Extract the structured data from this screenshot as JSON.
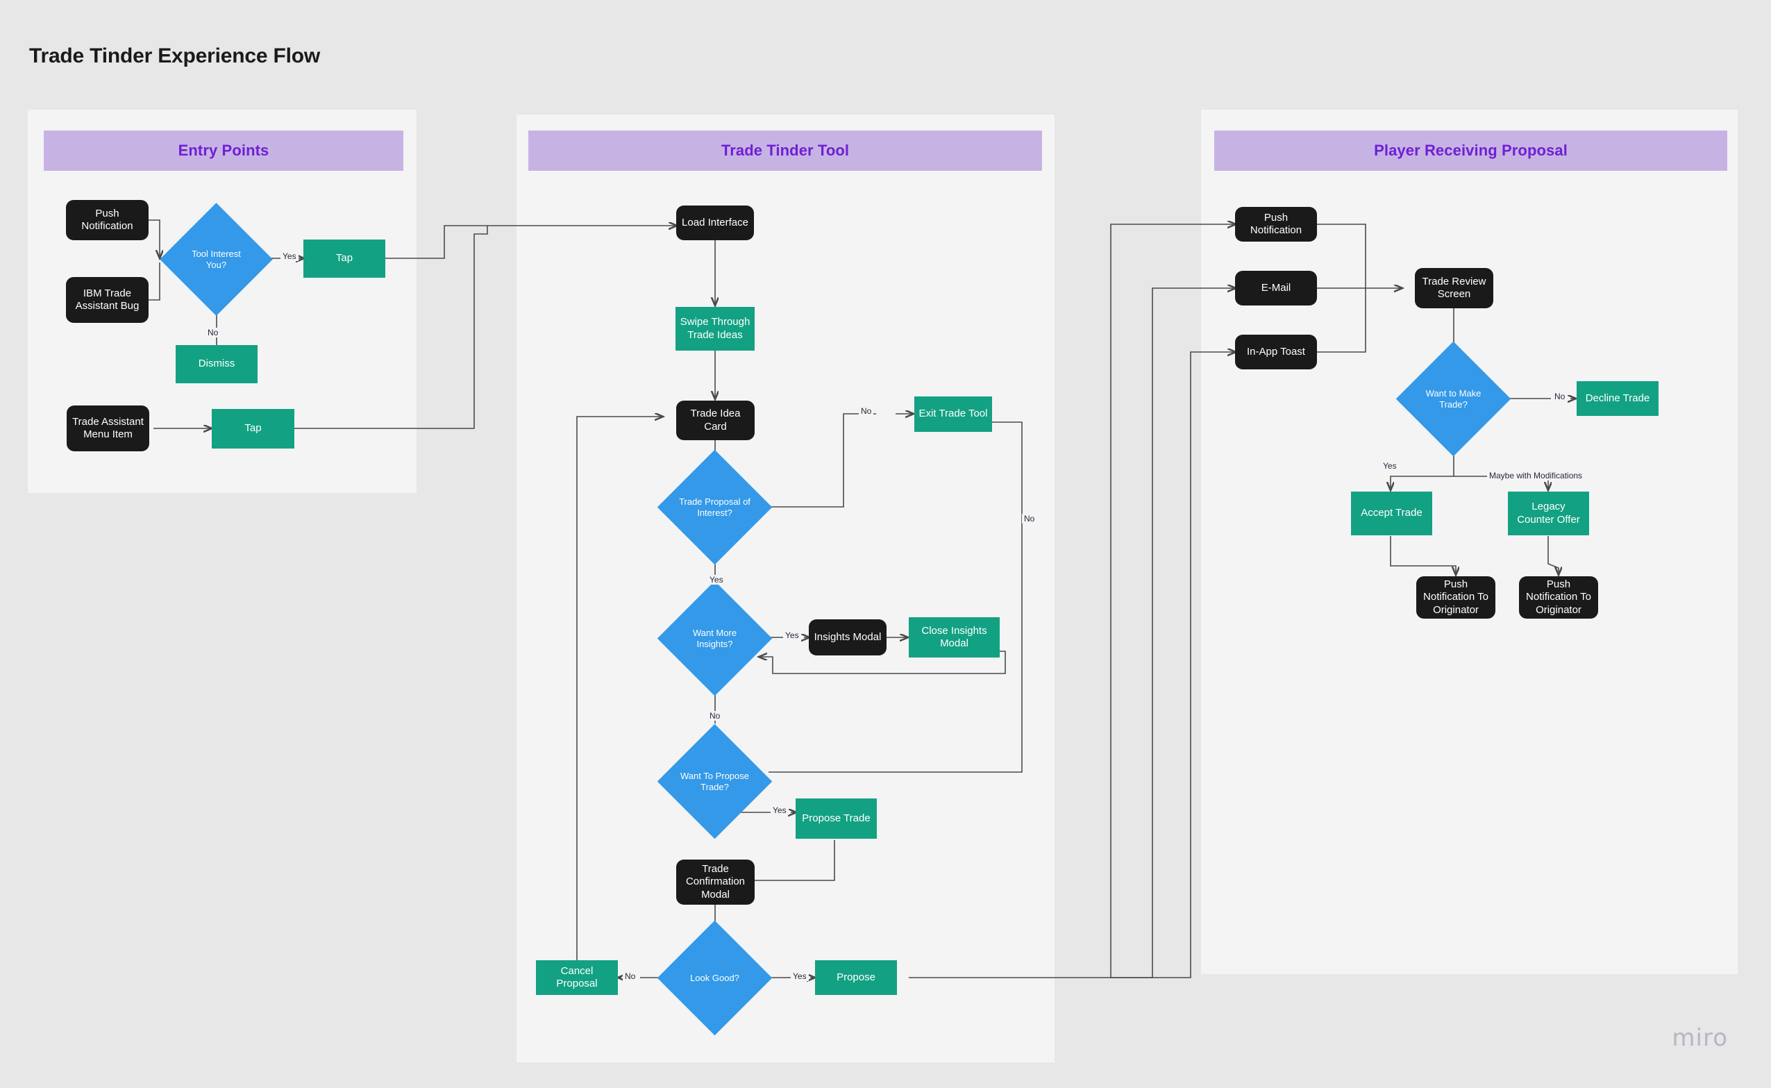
{
  "page": {
    "title": "Trade Tinder Experience Flow",
    "watermark": "miro",
    "background_color": "#E7E7E7",
    "panel_color": "#F4F4F4"
  },
  "colors": {
    "header_bg": "#C6B3E3",
    "header_text": "#6F1FD6",
    "process_dark": "#1A1A1A",
    "action_green": "#13A183",
    "decision_blue": "#3399E8",
    "wire": "#4A4A4A",
    "label_text": "#25283A"
  },
  "panels": [
    {
      "id": "entry",
      "title": "Entry Points"
    },
    {
      "id": "tool",
      "title": "Trade Tinder Tool"
    },
    {
      "id": "receiver",
      "title": "Player Receiving Proposal"
    }
  ],
  "nodes": {
    "entry": {
      "push_notification": "Push Notification",
      "ibm_trade_assistant_bug": "IBM Trade Assistant Bug",
      "tool_interest_you": "Tool Interest You?",
      "tap_top": "Tap",
      "dismiss": "Dismiss",
      "trade_assistant_menu_item": "Trade Assistant Menu Item",
      "tap_bottom": "Tap"
    },
    "tool": {
      "load_interface": "Load Interface",
      "swipe_through_trade_ideas": "Swipe Through Trade Ideas",
      "trade_idea_card": "Trade Idea Card",
      "trade_proposal_of_interest": "Trade Proposal of Interest?",
      "exit_trade_tool": "Exit Trade Tool",
      "want_more_insights": "Want More Insights?",
      "insights_modal": "Insights Modal",
      "close_insights_modal": "Close Insights Modal",
      "want_to_propose_trade": "Want To Propose Trade?",
      "propose_trade": "Propose Trade",
      "trade_confirmation_modal": "Trade Confirmation Modal",
      "look_good": "Look Good?",
      "cancel_proposal": "Cancel Proposal",
      "propose": "Propose"
    },
    "receiver": {
      "push_notification": "Push Notification",
      "email": "E-Mail",
      "in_app_toast": "In-App Toast",
      "trade_review_screen": "Trade Review Screen",
      "want_to_make_trade": "Want to Make Trade?",
      "decline_trade": "Decline Trade",
      "accept_trade": "Accept Trade",
      "legacy_counter_offer": "Legacy Counter Offer",
      "push_notification_to_originator_left": "Push Notification To Originator",
      "push_notification_to_originator_right": "Push Notification To Originator"
    }
  },
  "edge_labels": {
    "entry_yes": "Yes",
    "entry_no": "No",
    "tool_proposal_no": "No",
    "tool_proposal_yes": "Yes",
    "tool_insights_yes": "Yes",
    "tool_insights_no": "No",
    "tool_propose_no": "No",
    "tool_propose_yes": "Yes",
    "tool_look_good_no": "No",
    "tool_look_good_yes": "Yes",
    "receiver_no": "No",
    "receiver_yes": "Yes",
    "receiver_maybe": "Maybe with Modifications"
  }
}
